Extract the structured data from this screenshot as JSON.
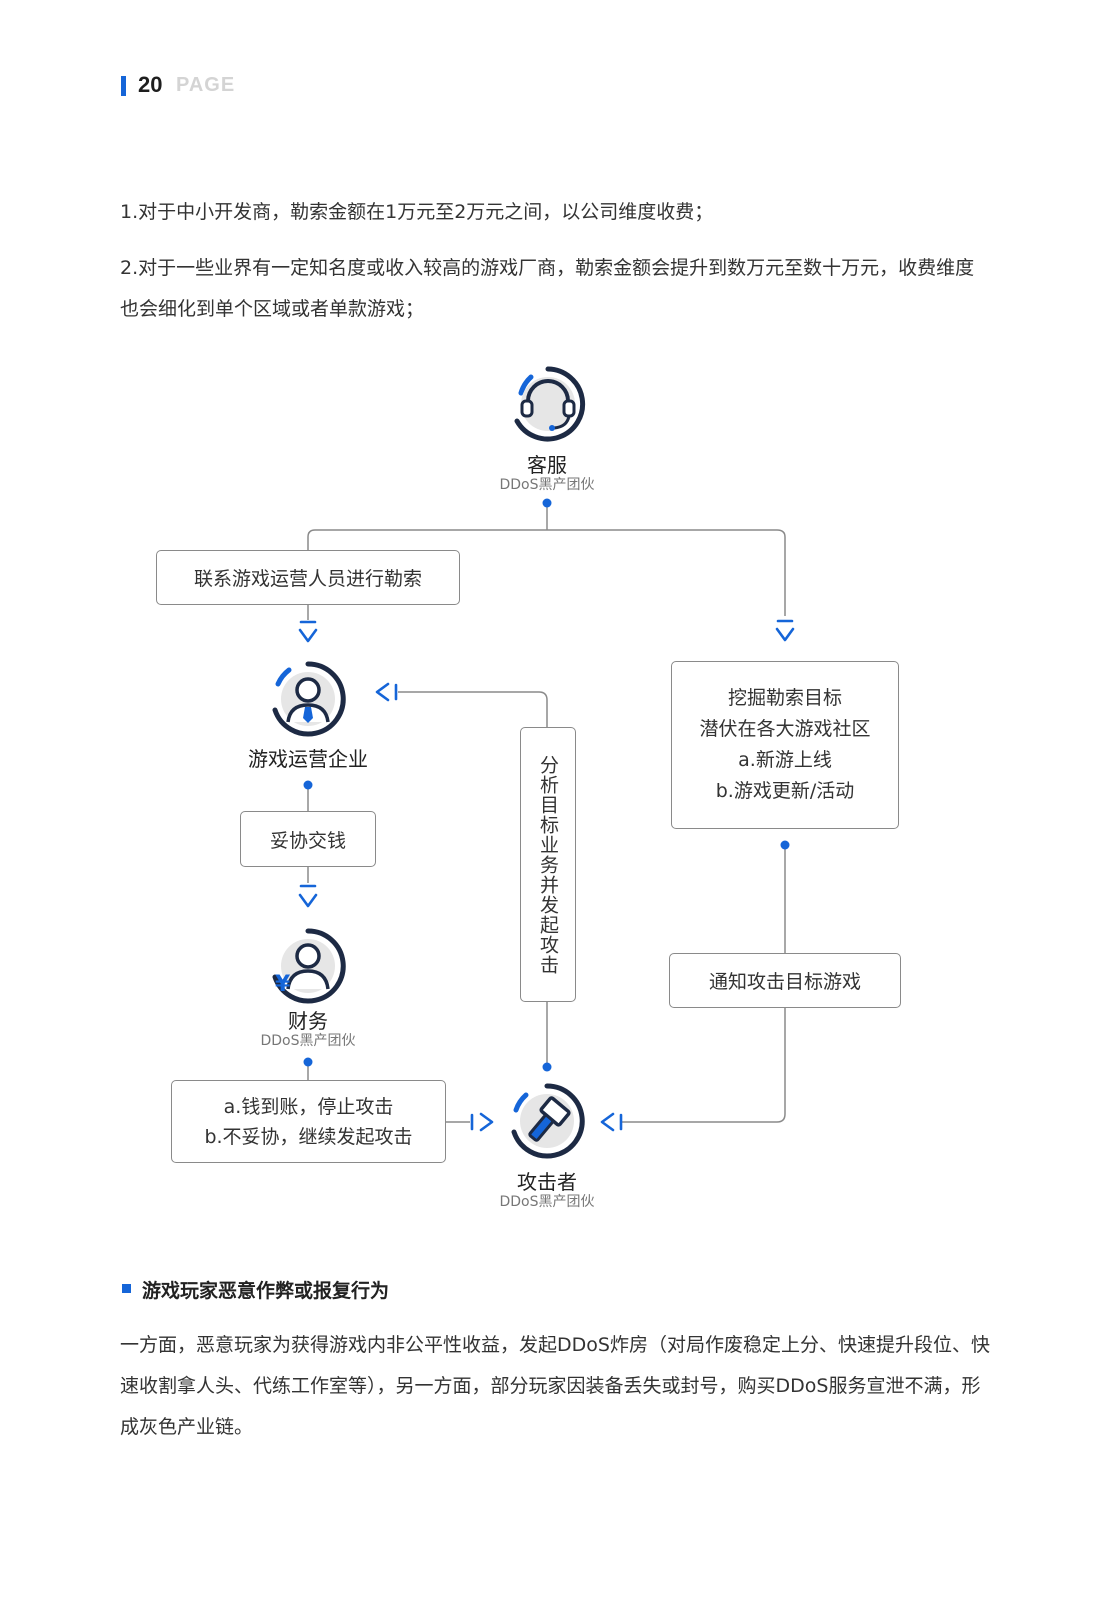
{
  "header": {
    "page_number": "20",
    "page_word": "PAGE"
  },
  "paragraphs_top": [
    "1.对于中小开发商，勒索金额在1万元至2万元之间，以公司维度收费；",
    "2.对于一些业界有一定知名度或收入较高的游戏厂商，勒索金额会提升到数万元至数十万元，收费维度也会细化到单个区域或者单款游戏；"
  ],
  "diagram": {
    "customer_service": {
      "title": "客服",
      "subtitle": "DDoS黑产团伙",
      "icon": "headset-icon"
    },
    "game_company": {
      "title": "游戏运营企业",
      "icon": "businessman-icon"
    },
    "finance": {
      "title": "财务",
      "subtitle": "DDoS黑产团伙",
      "icon": "finance-person-icon"
    },
    "attacker": {
      "title": "攻击者",
      "subtitle": "DDoS黑产团伙",
      "icon": "hammer-icon"
    },
    "box_contact": "联系游戏运营人员进行勒索",
    "box_compromise": "妥协交钱",
    "box_analyze": "分析目标业务并发起攻击",
    "box_mining": {
      "line1": "挖掘勒索目标",
      "line2": "潜伏在各大游戏社区",
      "line3": "a.新游上线",
      "line4": "b.游戏更新/活动"
    },
    "box_notify": "通知攻击目标游戏",
    "box_outcome": {
      "line1": "a.钱到账，停止攻击",
      "line2": "b.不妥协，继续发起攻击"
    },
    "colors": {
      "accent": "#1565d8",
      "line": "#8a8a8a",
      "icon_dark": "#1d2a44"
    }
  },
  "section": {
    "title": "游戏玩家恶意作弊或报复行为",
    "paragraph": "一方面，恶意玩家为获得游戏内非公平性收益，发起DDoS炸房（对局作废稳定上分、快速提升段位、快速收割拿人头、代练工作室等），另一方面，部分玩家因装备丢失或封号，购买DDoS服务宣泄不满，形成灰色产业链。"
  }
}
